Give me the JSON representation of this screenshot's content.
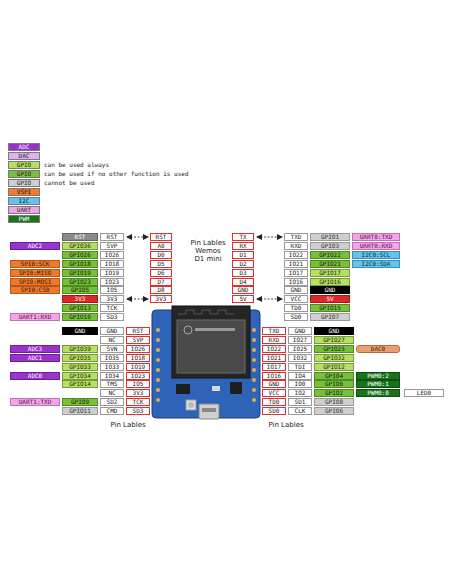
{
  "diagram": {
    "labels": [
      "GPIO",
      "GPIO",
      "GPIO",
      "RST",
      "RST",
      "RST",
      "ADC2",
      "GPIO36",
      "SVP",
      "A0",
      "GPIO26",
      "IO26",
      "D0",
      "SPI0:SCK",
      "GPIO18",
      "IO18",
      "D5",
      "SPI0:MISO",
      "GPIO19",
      "IO19",
      "D6",
      "SPI0:MOSI",
      "GPIO23",
      "IO23",
      "D7",
      "SPI0:CS0",
      "GPIO5",
      "IO5",
      "D8",
      "3V3",
      "3V3",
      "3V3",
      "GPIO13",
      "TCK",
      "UART1:RXD",
      "GPIO10",
      "SD3",
      "Pin Lables",
      "Wemos",
      "D1 mini",
      "TX",
      "TXD",
      "GPIO1",
      "UART0:TXD",
      "RX",
      "RXD",
      "GPIO3",
      "UART0:RXD",
      "D1",
      "IO22",
      "GPIO22",
      "I2C0:SCL",
      "D2",
      "IO21",
      "GPIO21",
      "I2C0:SDA",
      "D3",
      "IO17",
      "GPIO17",
      "D4",
      "IO16",
      "GPIO16",
      "GND",
      "GND",
      "GND",
      "5V",
      "VCC",
      "5V",
      "TD0",
      "GPIO15",
      "SD0",
      "GPIO7",
      "GND",
      "GND",
      "RST",
      "NC",
      "SVP",
      "ADC3",
      "GPIO39",
      "SVN",
      "IO26",
      "ADC1",
      "GPIO35",
      "IO35",
      "IO18",
      "GPIO33",
      "IO33",
      "IO19",
      "ADC0",
      "GPIO34",
      "IO34",
      "IO23",
      "GPIO14",
      "TMS",
      "IO5",
      "NC",
      "3V3",
      "UART1:TXD",
      "GPIO9",
      "SD2",
      "TCK",
      "GPIO11",
      "CMD",
      "SD3",
      "TXD",
      "GND",
      "GND",
      "RXD",
      "IO27",
      "GPIO27",
      "IO22",
      "IO25",
      "GPIO25",
      "DAC0",
      "IO21",
      "IO32",
      "GPIO32",
      "IO17",
      "TDI",
      "GPIO12",
      "IO16",
      "IO4",
      "GPIO4",
      "PWM0:2",
      "GND",
      "IO0",
      "GPIO0",
      "PWM0:1",
      "VCC",
      "IO2",
      "GPIO2",
      "PWM0:0",
      "LED0",
      "TD0",
      "SD1",
      "GPIO8",
      "SD0",
      "CLK",
      "GPIO6",
      "Pin Lables",
      "Pin Lables"
    ],
    "legend": [
      {
        "text": "ADC",
        "color": "#9933cc"
      },
      {
        "text": "DAC",
        "color": "#e0b0f0"
      },
      {
        "text": "can be used always",
        "color": "#b5e061"
      },
      {
        "text": "can be used if no other function is used",
        "color": "#77c13a"
      },
      {
        "text": "cannot be used",
        "color": "#cfcfcf"
      },
      {
        "text": "VSPI",
        "color": "#f07a2a"
      },
      {
        "text": "I2C",
        "color": "#62c4ec"
      },
      {
        "text": "UART",
        "color": "#f2a6e6"
      },
      {
        "text": "PWM",
        "color": "#18731a"
      }
    ]
  }
}
